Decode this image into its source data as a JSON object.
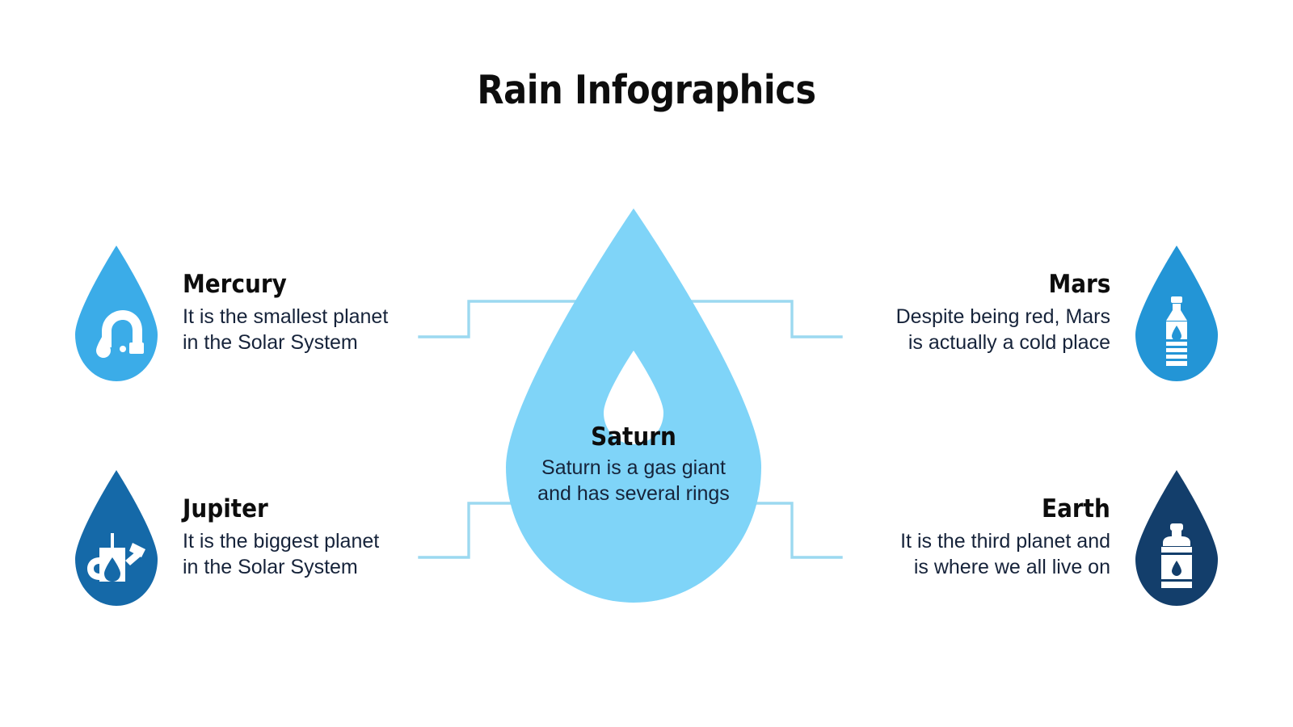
{
  "title": "Rain Infographics",
  "colors": {
    "background": "#ffffff",
    "center_drop": "#7FD4F8",
    "mercury_drop": "#3BACE8",
    "mars_drop": "#2395D6",
    "jupiter_drop": "#1569A8",
    "earth_drop": "#133E6B",
    "connector_line": "#9CD9F0",
    "title_text": "#0d0d0d",
    "body_text": "#16233a",
    "icon_fill": "#ffffff"
  },
  "center": {
    "name": "Saturn",
    "description": "Saturn is a gas giant\nand has several rings",
    "icon": "water-drop-icon"
  },
  "nodes": [
    {
      "id": "mercury",
      "name": "Mercury",
      "description": "It is the smallest planet\nin the Solar System",
      "icon": "faucet-tap-icon",
      "side": "left",
      "row": "top",
      "color": "#3BACE8"
    },
    {
      "id": "mars",
      "name": "Mars",
      "description": "Despite being red, Mars\nis actually a cold place",
      "icon": "water-bottle-icon",
      "side": "right",
      "row": "top",
      "color": "#2395D6"
    },
    {
      "id": "jupiter",
      "name": "Jupiter",
      "description": "It is the biggest planet\nin the Solar System",
      "icon": "watering-can-icon",
      "side": "left",
      "row": "bottom",
      "color": "#1569A8"
    },
    {
      "id": "earth",
      "name": "Earth",
      "description": "It is the third planet and\nis where we all live on",
      "icon": "water-gallon-jug-icon",
      "side": "right",
      "row": "bottom",
      "color": "#133E6B"
    }
  ]
}
